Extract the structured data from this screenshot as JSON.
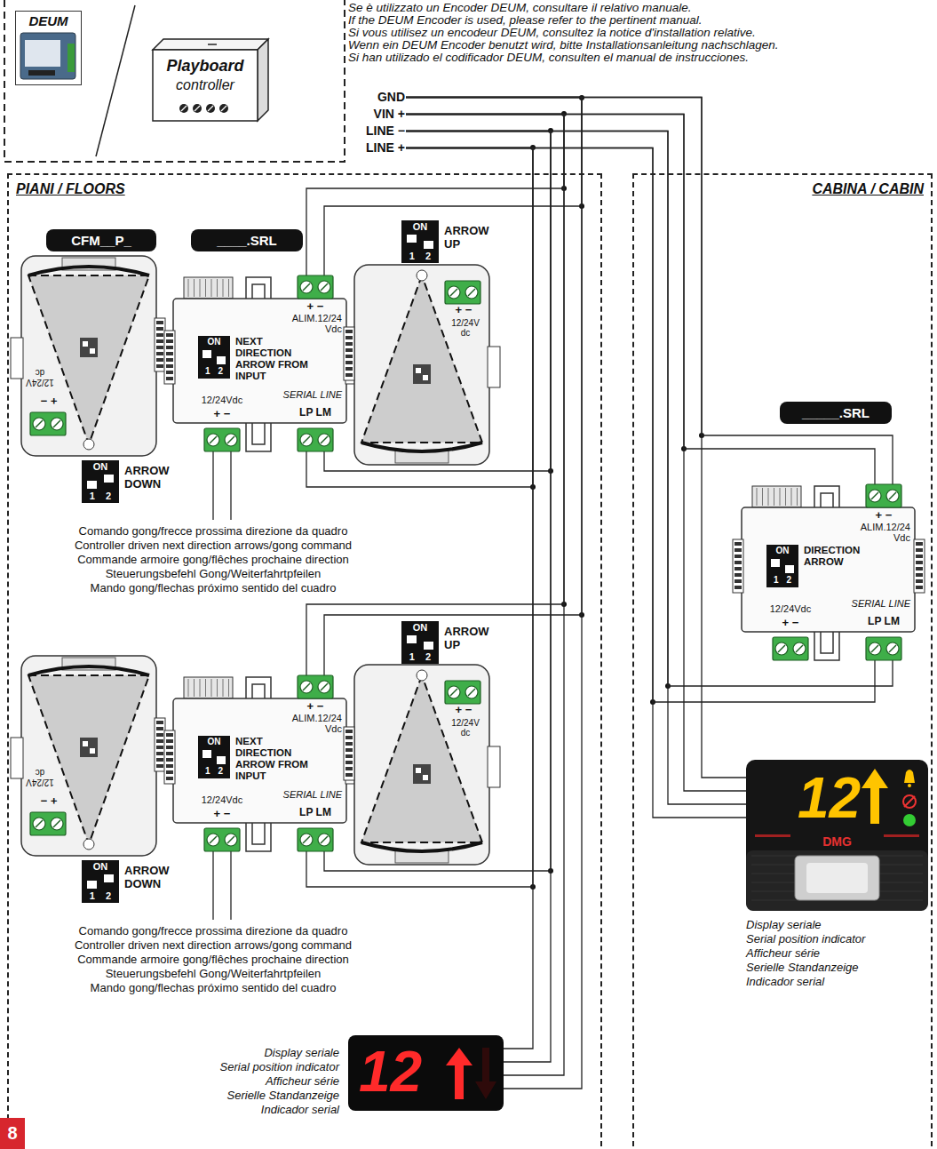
{
  "diagram": {
    "nodes": [
      {
        "text": [
          "DEUM"
        ]
      },
      {
        "text": [
          "Playboard",
          "controller"
        ]
      },
      {
        "text": [
          "GND",
          "VIN +",
          "LINE −",
          "LINE +"
        ]
      },
      {
        "text": [
          "PIANI / FLOORS"
        ]
      },
      {
        "text": [
          "CFM__P_"
        ],
        "in": 3
      },
      {
        "text": [
          "____.SRL"
        ],
        "in": 3
      },
      {
        "text": [
          "12/24V dc",
          "+ −"
        ],
        "in": 3
      },
      {
        "text": [
          "+ −",
          "ALIM.12/24 Vdc",
          "ON",
          "1 2",
          "NEXT DIRECTION ARROW FROM INPUT",
          "12/24Vdc",
          "+ −",
          "SERIAL LINE",
          "LP LM"
        ],
        "in": 3
      },
      {
        "text": [
          "+ −",
          "12/24V dc"
        ],
        "in": 3
      },
      {
        "text": [
          "ON",
          "1 2",
          "ARROW UP"
        ],
        "in": 3
      },
      {
        "text": [
          "ON",
          "1 2",
          "ARROW DOWN"
        ],
        "in": 3
      },
      {
        "text": [
          "12/24V dc",
          "+ −"
        ],
        "in": 3
      },
      {
        "text": [
          "+ −",
          "ALIM.12/24 Vdc",
          "ON",
          "1 2",
          "NEXT DIRECTION ARROW FROM INPUT",
          "12/24Vdc",
          "+ −",
          "SERIAL LINE",
          "LP LM"
        ],
        "in": 3
      },
      {
        "text": [
          "+ −",
          "12/24V dc"
        ],
        "in": 3
      },
      {
        "text": [
          "ON",
          "1 2",
          "ARROW UP"
        ],
        "in": 3
      },
      {
        "text": [
          "ON",
          "1 2",
          "ARROW DOWN"
        ],
        "in": 3
      },
      {
        "text": [
          "12",
          "Display seriale",
          "Serial position indicator",
          "Afficheur série",
          "Serielle Standanzeige",
          "Indicador serial"
        ],
        "in": 3
      },
      {
        "text": [
          "CABINA / CABIN"
        ]
      },
      {
        "text": [
          "_____.SRL"
        ],
        "in": 17
      },
      {
        "text": [
          "+ −",
          "ALIM.12/24 Vdc",
          "ON",
          "1 2",
          "DIRECTION ARROW",
          "12/24Vdc",
          "+ −",
          "SERIAL LINE",
          "LP LM"
        ],
        "in": 17
      },
      {
        "text": [
          "12",
          "DMG",
          "Display seriale",
          "Serial position indicator",
          "Afficheur série",
          "Serielle Standanzeige",
          "Indicador serial"
        ],
        "in": 17
      }
    ],
    "edges": [
      {
        "from": 2,
        "to": 7,
        "arrow": "none"
      },
      {
        "from": 2,
        "to": 12,
        "arrow": "none"
      },
      {
        "from": 2,
        "to": 16,
        "arrow": "none"
      },
      {
        "from": 2,
        "to": 19,
        "arrow": "none"
      },
      {
        "from": 2,
        "to": 20,
        "arrow": "none"
      }
    ],
    "labels": [
      "Se è utilizzato un Encoder DEUM, consultare il relativo manuale.",
      "If the DEUM Encoder is used, please refer to the pertinent manual.",
      "Si vous utilisez un encodeur DEUM, consultez la notice d'installation relative.",
      "Wenn ein DEUM Encoder benutzt wird, bitte Installationsanleitung nachschlagen.",
      "Si han utilizado el codificador DEUM, consulten el manual de instrucciones.",
      "Comando gong/frecce prossima direzione da quadro",
      "Controller driven next direction arrows/gong command",
      "Commande armoire gong/flêches prochaine direction",
      "Steuerungsbefehl Gong/Weiterfahrtpfeilen",
      "Mando gong/flechas próximo sentido del cuadro",
      "Comando gong/frecce prossima direzione da quadro",
      "Controller driven next direction arrows/gong command",
      "Commande armoire gong/flêches prochaine direction",
      "Steuerungsbefehl Gong/Weiterfahrtpfeilen",
      "Mando gong/flechas próximo sentido del cuadro",
      "8"
    ]
  }
}
